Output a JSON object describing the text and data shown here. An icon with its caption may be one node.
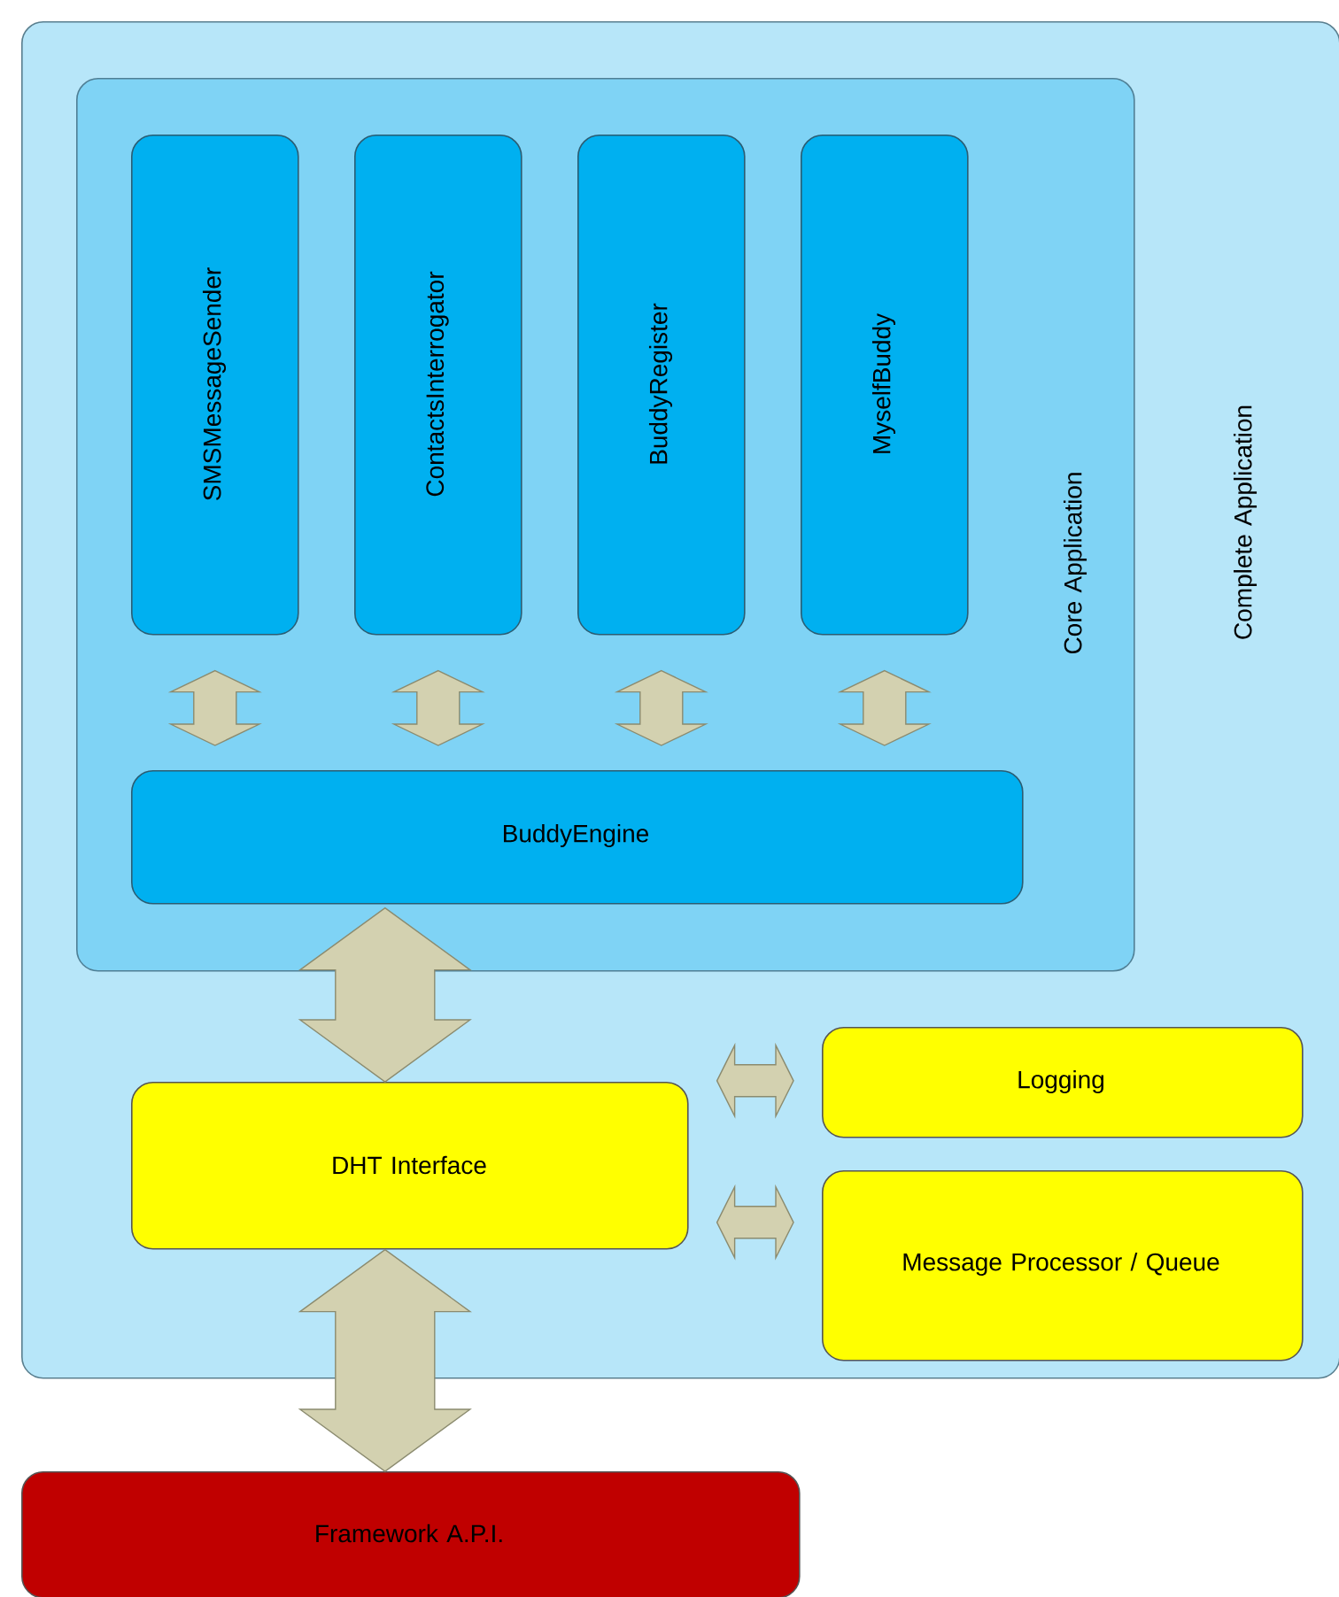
{
  "diagram": {
    "nodes": [
      {
        "text": [
          "Complete Application"
        ]
      },
      {
        "text": [
          "Core Application"
        ],
        "in": 0
      },
      {
        "text": [
          "SMSMessageSender"
        ],
        "in": 1
      },
      {
        "text": [
          "ContactsInterrogator"
        ],
        "in": 1
      },
      {
        "text": [
          "BuddyRegister"
        ],
        "in": 1
      },
      {
        "text": [
          "MyselfBuddy"
        ],
        "in": 1
      },
      {
        "text": [
          "BuddyEngine"
        ],
        "in": 1
      },
      {
        "text": [
          "DHT Interface"
        ],
        "in": 0
      },
      {
        "text": [
          "Logging"
        ],
        "in": 0
      },
      {
        "text": [
          "Message Processor / Queue"
        ],
        "in": 0
      },
      {
        "text": [
          "Framework A.P.I."
        ]
      }
    ],
    "edges": [
      {
        "from": 2,
        "to": 6,
        "arrow": "both"
      },
      {
        "from": 3,
        "to": 6,
        "arrow": "both"
      },
      {
        "from": 4,
        "to": 6,
        "arrow": "both"
      },
      {
        "from": 5,
        "to": 6,
        "arrow": "both"
      },
      {
        "from": 6,
        "to": 7,
        "arrow": "both"
      },
      {
        "from": 7,
        "to": 8,
        "arrow": "both"
      },
      {
        "from": 7,
        "to": 9,
        "arrow": "both"
      },
      {
        "from": 7,
        "to": 10,
        "arrow": "both"
      }
    ]
  }
}
